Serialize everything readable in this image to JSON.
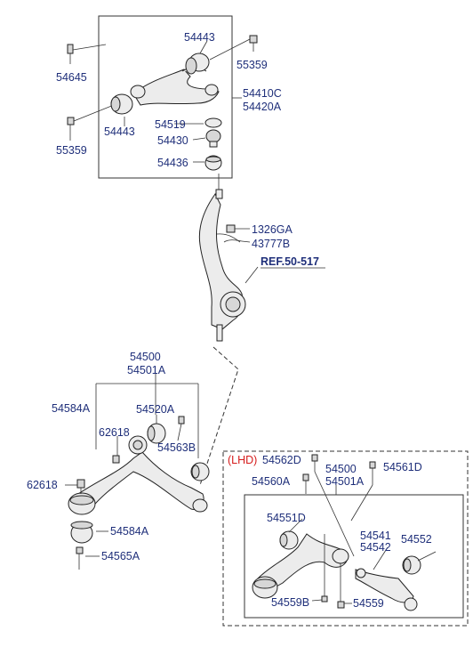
{
  "labels": {
    "p54443_top": "54443",
    "p54645": "54645",
    "p55359_right": "55359",
    "p54410c": "54410C",
    "p54420a": "54420A",
    "p54443_left": "54443",
    "p54519": "54519",
    "p54430": "54430",
    "p55359_left": "55359",
    "p54436": "54436",
    "p1326ga": "1326GA",
    "p43777b": "43777B",
    "ref": "REF.50-517",
    "p54500": "54500",
    "p54501a": "54501A",
    "p54584a_top": "54584A",
    "p54520a": "54520A",
    "p62618_a": "62618",
    "p54563b": "54563B",
    "p62618_b": "62618",
    "p54584a_bot": "54584A",
    "p54565a": "54565A",
    "lhd": "(LHD)",
    "p54562d": "54562D",
    "p54561d": "54561D",
    "p54500_lhd": "54500",
    "p54501a_lhd": "54501A",
    "p54560a": "54560A",
    "p54551d": "54551D",
    "p54541": "54541",
    "p54542": "54542",
    "p54552": "54552",
    "p54559b": "54559B",
    "p54559": "54559"
  }
}
